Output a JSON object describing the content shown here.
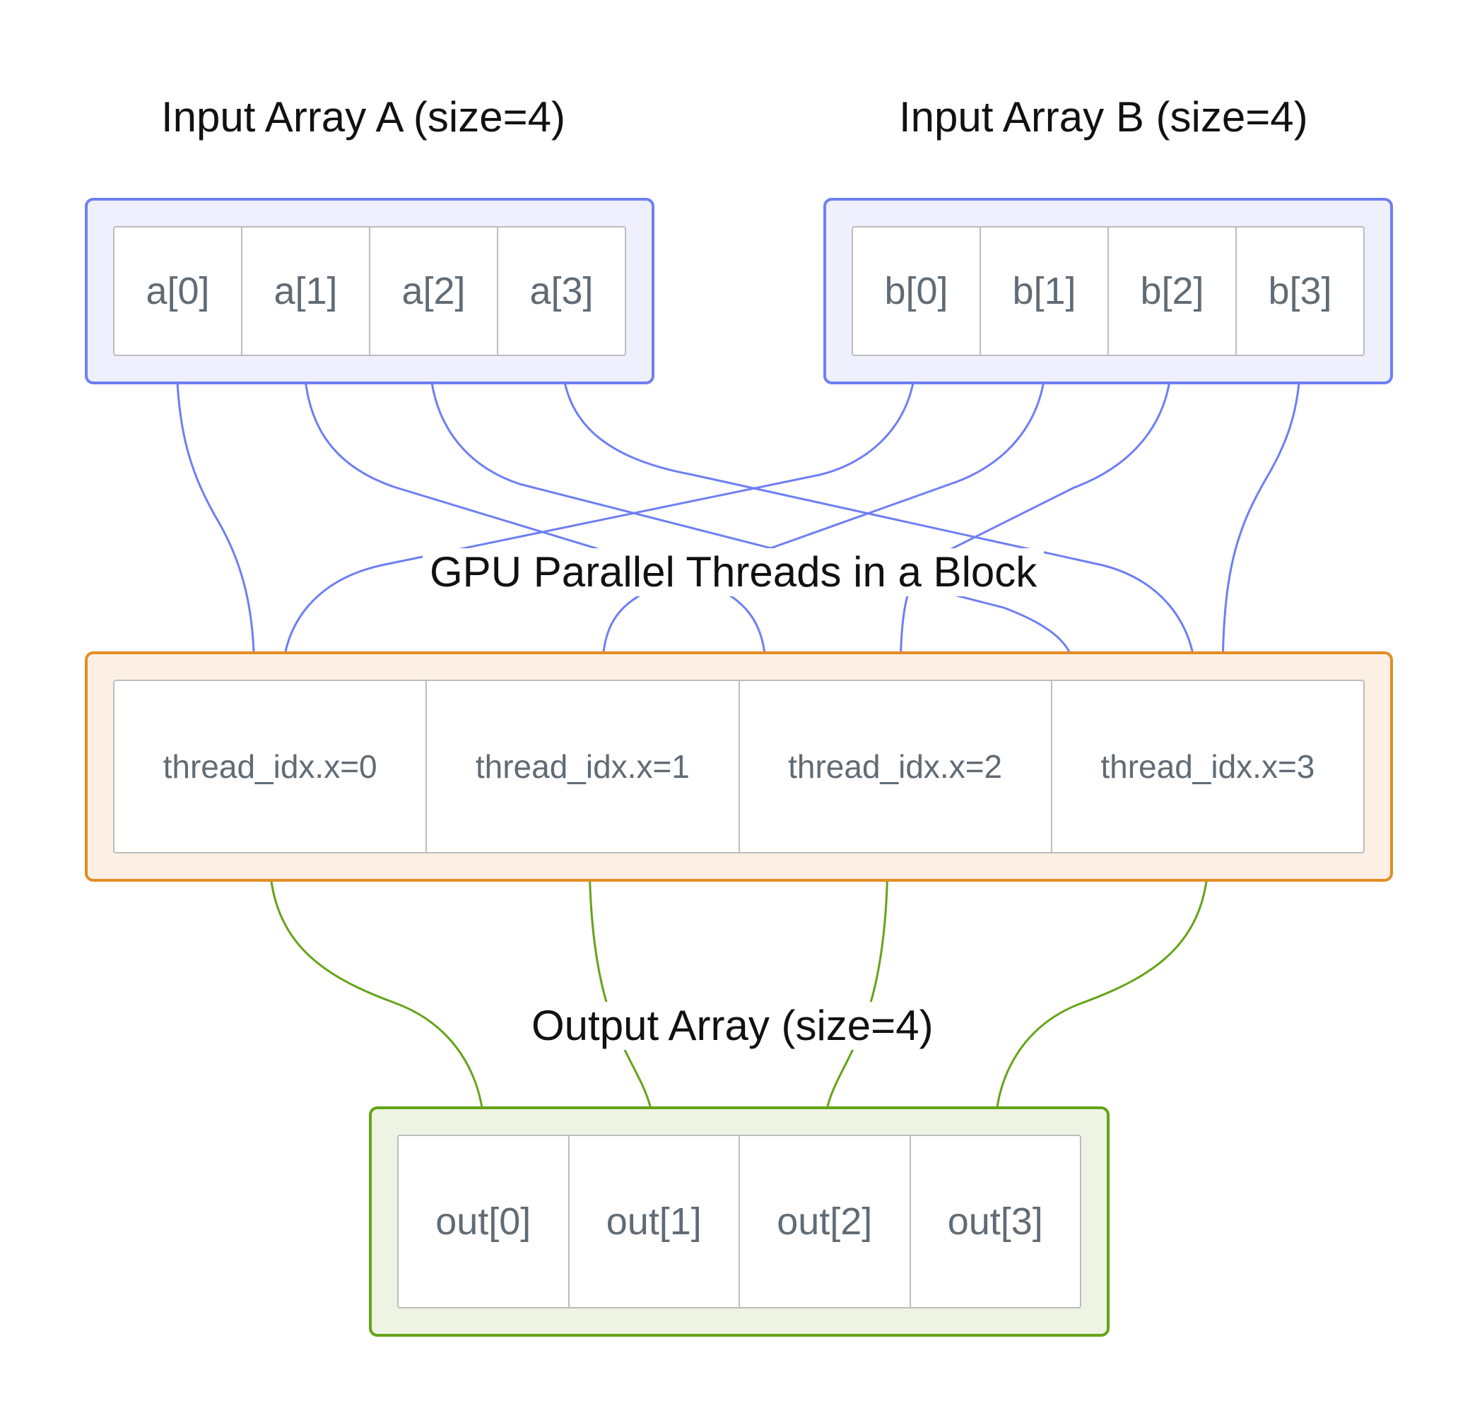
{
  "headings": {
    "input_a": "Input Array A (size=4)",
    "input_b": "Input Array B (size=4)",
    "threads": "GPU Parallel Threads in a Block",
    "output": "Output Array (size=4)"
  },
  "array_a": [
    "a[0]",
    "a[1]",
    "a[2]",
    "a[3]"
  ],
  "array_b": [
    "b[0]",
    "b[1]",
    "b[2]",
    "b[3]"
  ],
  "threads": [
    "thread_idx.x=0",
    "thread_idx.x=1",
    "thread_idx.x=2",
    "thread_idx.x=3"
  ],
  "output": [
    "out[0]",
    "out[1]",
    "out[2]",
    "out[3]"
  ],
  "colors": {
    "input_stroke": "#6e7ff3",
    "input_fill": "#eef0fd",
    "thread_stroke": "#e58c24",
    "thread_fill": "#fcf0e4",
    "output_stroke": "#64a416",
    "output_fill": "#eef4e4"
  }
}
